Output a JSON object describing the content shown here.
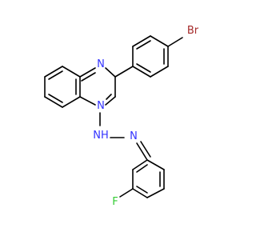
{
  "colors": {
    "bond": "#000000",
    "carbon": "#000000",
    "nitrogen": "#3333ff",
    "bromine": "#a52a2a",
    "fluorine": "#33cc33",
    "background": "#ffffff"
  },
  "atoms": {
    "n1": {
      "label": "N",
      "element": "nitrogen"
    },
    "n3": {
      "label": "N",
      "element": "nitrogen"
    },
    "nh": {
      "label": "NH",
      "element": "nitrogen"
    },
    "n_imine": {
      "label": "N",
      "element": "nitrogen"
    },
    "br": {
      "label": "Br",
      "element": "bromine"
    },
    "f": {
      "label": "F",
      "element": "fluorine"
    }
  }
}
